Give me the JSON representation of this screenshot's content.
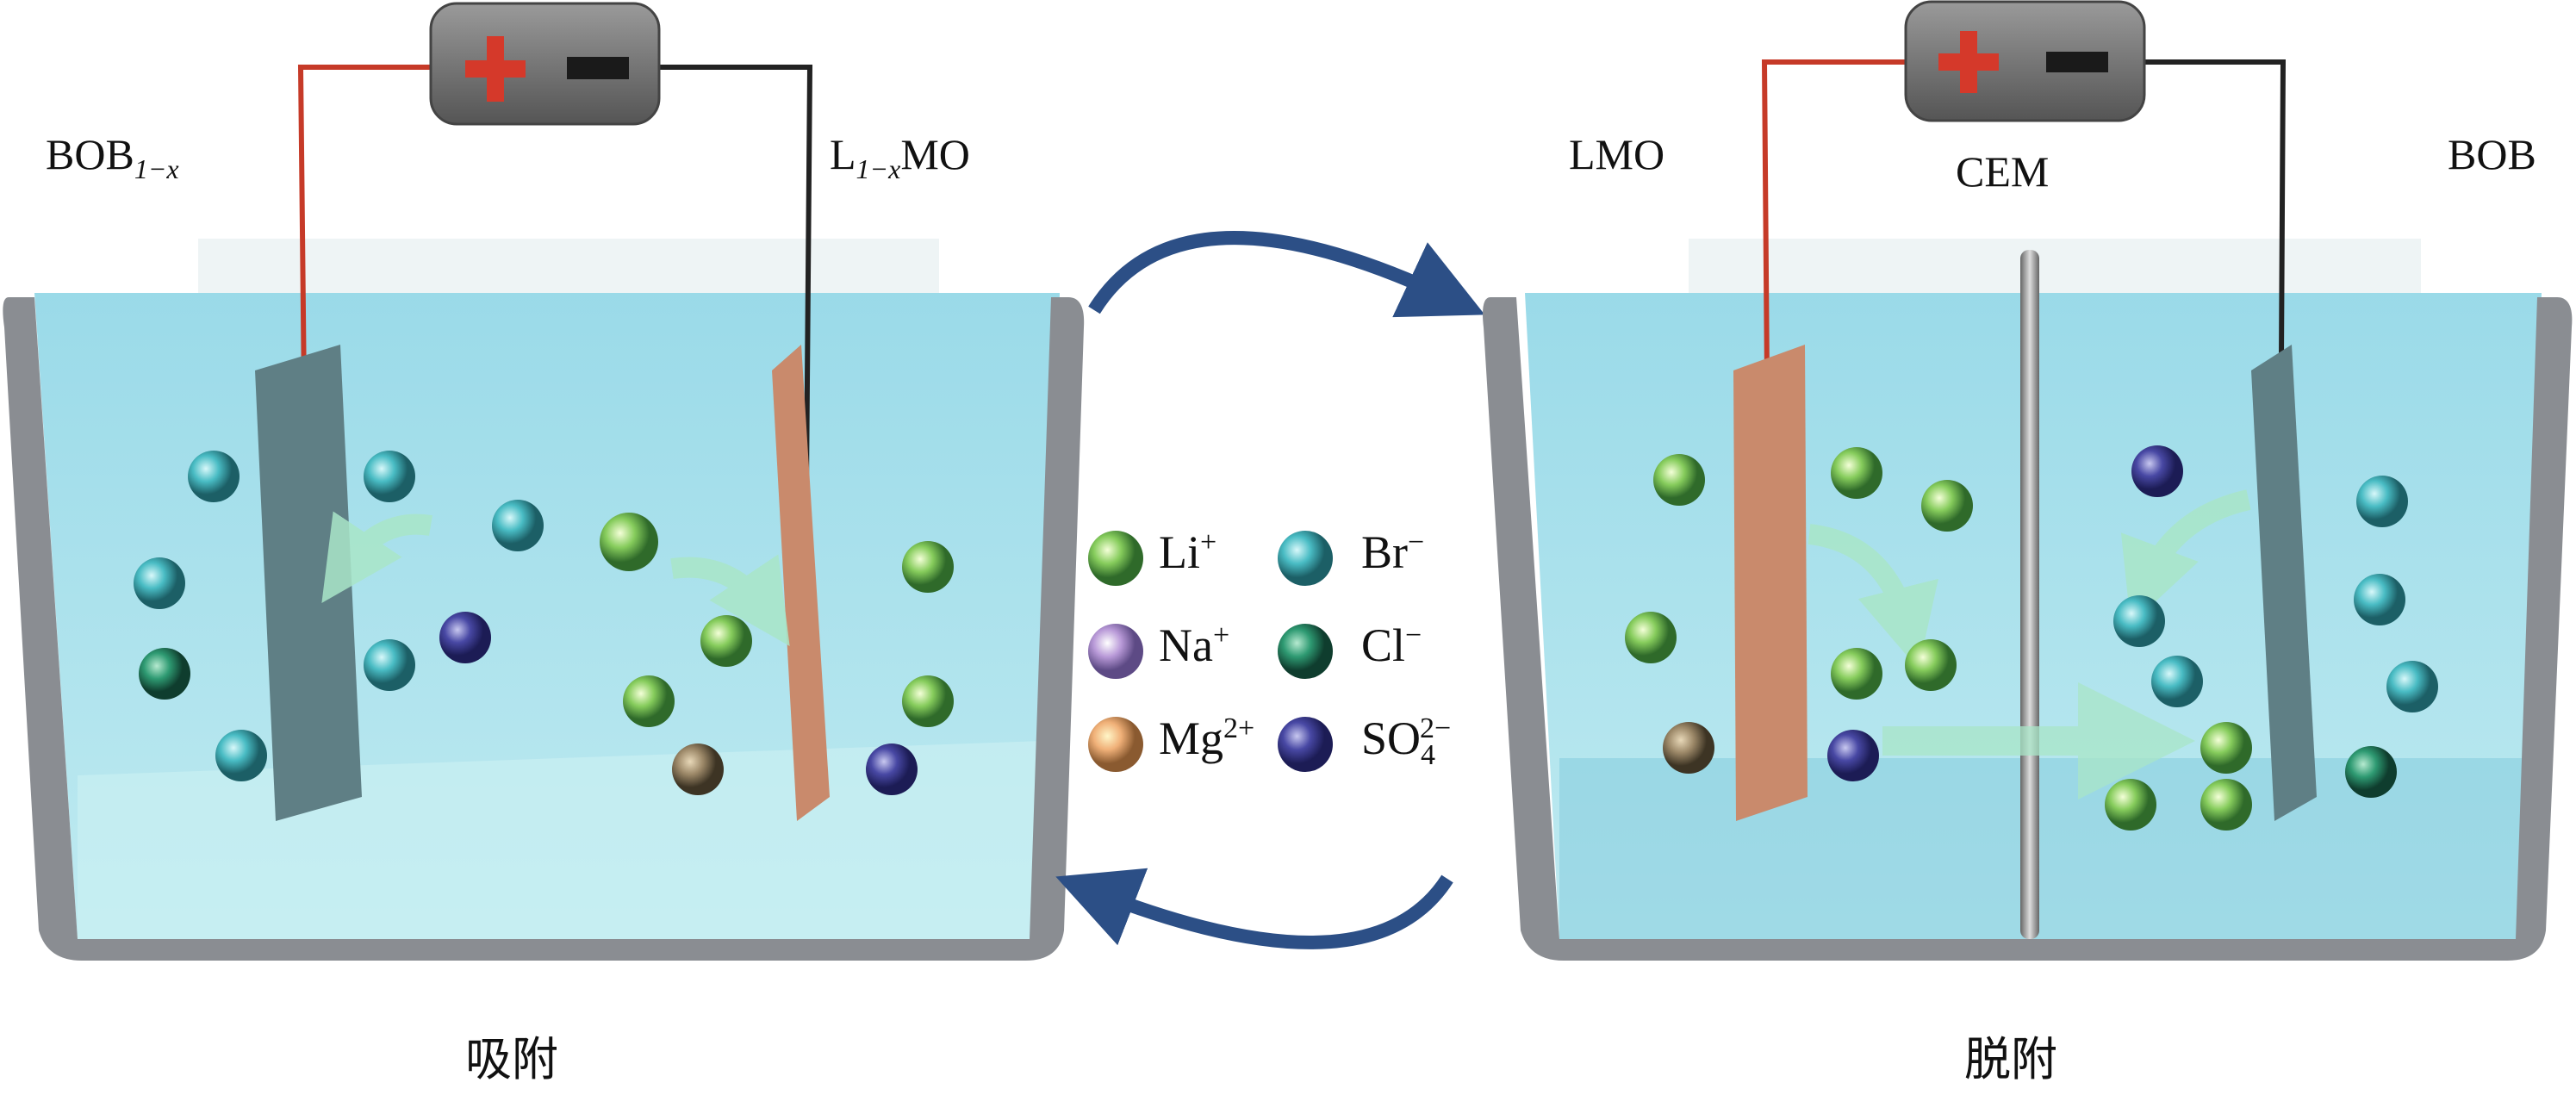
{
  "left_cell": {
    "anode_label": {
      "base": "BOB",
      "sub": "1−x"
    },
    "cathode_label": {
      "sub": "1−x",
      "prefix": "L",
      "suffix": "MO"
    },
    "caption": "吸附"
  },
  "right_cell": {
    "lmo_label": "LMO",
    "membrane_label": "CEM",
    "bob_label": "BOB",
    "caption": "脱附"
  },
  "legend": [
    {
      "symbol": "Li",
      "charge": "+",
      "color": "#8fd06a"
    },
    {
      "symbol": "Br",
      "charge": "−",
      "color": "#4fc2c8"
    },
    {
      "symbol": "Na",
      "charge": "+",
      "color": "#b79ad8"
    },
    {
      "symbol": "Cl",
      "charge": "−",
      "color": "#2f9e78"
    },
    {
      "symbol": "Mg",
      "charge": "2+",
      "color": "#f3b57a"
    },
    {
      "symbol": "SO",
      "sub": "4",
      "charge": "2−",
      "color": "#4a4aa6"
    }
  ],
  "colors": {
    "water": "#9fdde8",
    "tank_frame": "#8a8d92",
    "cycle_arrow": "#2c4f86",
    "anode": "#5f7f85",
    "cathode": "#c98a6c"
  }
}
